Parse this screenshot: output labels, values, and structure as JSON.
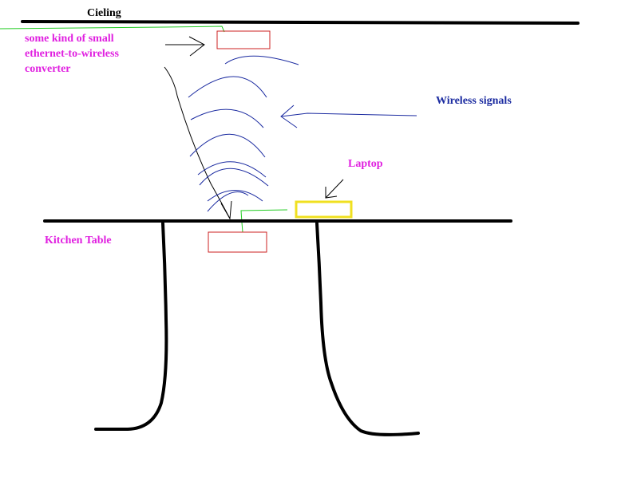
{
  "labels": {
    "ceiling": "Cieling",
    "converter_lines": [
      "some kind of small",
      "ethernet-to-wireless",
      "converter"
    ],
    "wireless": "Wireless signals",
    "laptop": "Laptop",
    "table": "Kitchen Table"
  },
  "colors": {
    "ink": "#000000",
    "magenta": "#e020e0",
    "navy": "#1a2aa0",
    "device_red": "#cc2222",
    "cable_green": "#22cc22",
    "laptop_yellow": "#f0e020",
    "background": "#ffffff"
  },
  "icons": {
    "pointer_arrow": "arrow-icon"
  }
}
